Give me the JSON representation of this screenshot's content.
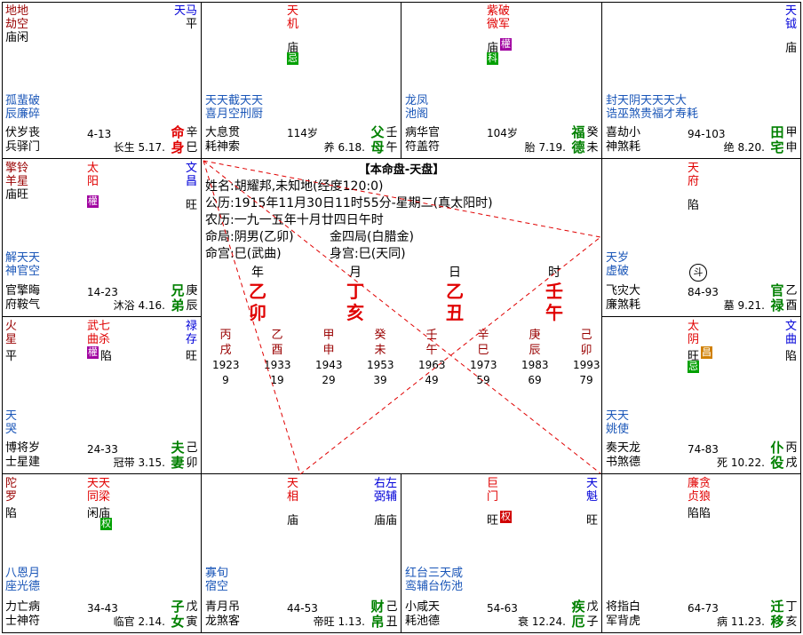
{
  "center": {
    "title": "【本命盘-天盘】",
    "name": "姓名:胡耀邦,未知地(经度120:0)",
    "solar": "公历:1915年11月30日11时55分-星期二(真太阳时)",
    "lunar": "农历:一九一五年十月廿四日午时",
    "ming_ju": "命局:阴男(乙卯)",
    "wuxing_ju": "金四局(白腊金)",
    "ming_gong": "命宫:巳(武曲)",
    "shen_gong": "身宫:巳(天同)",
    "pillars": [
      {
        "label": "年",
        "stem": "乙",
        "branch": "卯"
      },
      {
        "label": "月",
        "stem": "丁",
        "branch": "亥"
      },
      {
        "label": "日",
        "stem": "乙",
        "branch": "丑"
      },
      {
        "label": "时",
        "stem": "壬",
        "branch": "午"
      }
    ],
    "dayun": [
      {
        "gan": "丙",
        "zhi": "戌",
        "year": "1923",
        "age": "9"
      },
      {
        "gan": "乙",
        "zhi": "酉",
        "year": "1933",
        "age": "19"
      },
      {
        "gan": "甲",
        "zhi": "申",
        "year": "1943",
        "age": "29"
      },
      {
        "gan": "癸",
        "zhi": "未",
        "year": "1953",
        "age": "39"
      },
      {
        "gan": "壬",
        "zhi": "午",
        "year": "1963",
        "age": "49"
      },
      {
        "gan": "辛",
        "zhi": "巳",
        "year": "1973",
        "age": "59"
      },
      {
        "gan": "庚",
        "zhi": "辰",
        "year": "1983",
        "age": "69"
      },
      {
        "gan": "己",
        "zhi": "卯",
        "year": "1993",
        "age": "79"
      }
    ]
  },
  "palaces": {
    "si": {
      "left_stars": [
        "地劫",
        "地空"
      ],
      "left_status": "庙闲",
      "right_star": "天马",
      "right_status": "平",
      "minor": [
        "孤蜚破",
        "辰廉碎"
      ],
      "gods": [
        "伏岁丧",
        "兵驿门"
      ],
      "age": "4-13",
      "life": "长生 5.17.",
      "name": "命身",
      "stem": "辛巳"
    },
    "wu": {
      "main": "天机",
      "status": "庙",
      "hua": "忌",
      "minor": [
        "天天截天天",
        "喜月空刑厨"
      ],
      "gods": [
        "大息贯",
        "耗神索"
      ],
      "age": "114岁",
      "life": "养 6.18.",
      "name": "父母",
      "stem": "壬午"
    },
    "wei": {
      "main": [
        "紫微",
        "破军"
      ],
      "status": "庙",
      "hua1": "權",
      "hua2": "科",
      "minor": [
        "龙凤",
        "池阁"
      ],
      "gods": [
        "病华官",
        "符盖符"
      ],
      "age": "104岁",
      "life": "胎 7.19.",
      "name": "福德",
      "stem": "癸未"
    },
    "shen": {
      "right_star": "天钺",
      "right_status": "庙",
      "minor": [
        "封天阴天天天大",
        "诰巫煞贵福才寿耗"
      ],
      "gods": [
        "喜劫小",
        "神煞耗"
      ],
      "age": "94-103",
      "life": "绝 8.20.",
      "name": "田宅",
      "stem": "甲申"
    },
    "chen": {
      "left_stars": [
        "擎羊",
        "铃星"
      ],
      "left_status": "庙旺",
      "main": "太阳",
      "hua": "權",
      "right_star": "文昌",
      "right_status": "旺",
      "minor": [
        "解天天",
        "神官空"
      ],
      "gods": [
        "官擎晦",
        "府鞍气"
      ],
      "age": "14-23",
      "life": "沐浴 4.16.",
      "name": "兄弟",
      "stem": "庚辰"
    },
    "you": {
      "main": "天府",
      "status": "陷",
      "minor": [
        "天岁",
        "虚破"
      ],
      "gods": [
        "飞灾大",
        "廉煞耗"
      ],
      "age": "84-93",
      "life": "墓 9.21.",
      "name": "官禄",
      "stem": "乙酉",
      "circle": "斗"
    },
    "mao": {
      "left_star": "火星",
      "left_status": "平",
      "main": [
        "武曲",
        "七杀"
      ],
      "hua": "權",
      "status": "陷",
      "right_star": "禄存",
      "right_status": "旺",
      "minor": [
        "天",
        "哭"
      ],
      "gods": [
        "博将岁",
        "士星建"
      ],
      "age": "24-33",
      "life": "冠带 3.15.",
      "name": "夫妻",
      "stem": "己卯"
    },
    "xu": {
      "main": "太阴",
      "status": "旺",
      "hua1": "昌",
      "hua2": "忌",
      "right_star": "文曲",
      "right_status": "陷",
      "minor": [
        "天天",
        "姚使"
      ],
      "gods": [
        "奏天龙",
        "书煞德"
      ],
      "age": "74-83",
      "life": "死 10.22.",
      "name": "仆役",
      "stem": "丙戌"
    },
    "yin": {
      "left_star": "陀罗",
      "left_status": "陷",
      "main": [
        "天同",
        "天梁"
      ],
      "status": "闲庙",
      "hua": "权",
      "minor": [
        "八恩月",
        "座光德"
      ],
      "gods": [
        "力亡病",
        "士神符"
      ],
      "age": "34-43",
      "life": "临官 2.14.",
      "name": "子女",
      "stem": "戊寅"
    },
    "chou": {
      "main": "天相",
      "status": "庙",
      "right_stars": [
        "左辅",
        "右弼"
      ],
      "right_status": "庙庙",
      "minor": [
        "寡旬",
        "宿空"
      ],
      "gods": [
        "青月吊",
        "龙煞客"
      ],
      "age": "44-53",
      "life": "帝旺 1.13.",
      "name": "财帛",
      "stem": "己丑"
    },
    "zi": {
      "main": "巨门",
      "status": "旺",
      "hua": "权",
      "right_star": "天魁",
      "right_status": "旺",
      "minor": [
        "红台三天咸",
        "鸾辅台伤池"
      ],
      "gods": [
        "小咸天",
        "耗池德"
      ],
      "age": "54-63",
      "life": "衰 12.24.",
      "name": "疾厄",
      "stem": "戊子"
    },
    "hai": {
      "main": [
        "廉贞",
        "贪狼"
      ],
      "status": "陷陷",
      "gods": [
        "将指白",
        "军背虎"
      ],
      "age": "64-73",
      "life": "病 11.23.",
      "name": "迁移",
      "stem": "丁亥"
    }
  }
}
